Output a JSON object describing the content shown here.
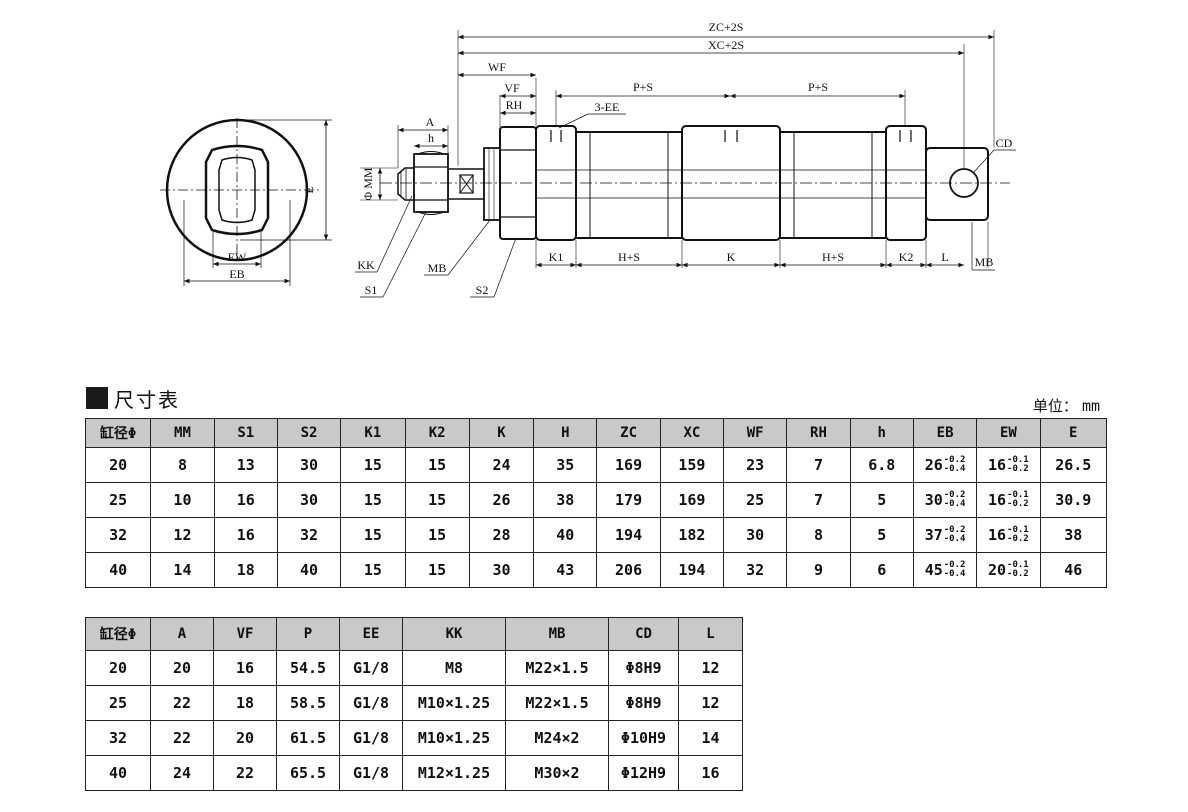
{
  "drawing": {
    "labels": {
      "zc2s": "ZC+2S",
      "xc2s": "XC+2S",
      "wf": "WF",
      "vf": "VF",
      "rh": "RH",
      "ps1": "P+S",
      "ps2": "P+S",
      "ee": "3-EE",
      "a": "A",
      "h": "h",
      "mm": "Φ MM",
      "e": "E",
      "ew": "EW",
      "eb": "EB",
      "kk": "KK",
      "s1": "S1",
      "mb_nut": "MB",
      "s2": "S2",
      "k1": "K1",
      "hs1": "H+S",
      "k": "K",
      "hs2": "H+S",
      "k2": "K2",
      "l": "L",
      "mb": "MB",
      "cd": "CD"
    }
  },
  "section": {
    "icon": "square-block-icon",
    "title": "尺寸表",
    "unit_label": "单位：",
    "unit": "mm"
  },
  "table1": {
    "headers": [
      "缸径Φ",
      "MM",
      "S1",
      "S2",
      "K1",
      "K2",
      "K",
      "H",
      "ZC",
      "XC",
      "WF",
      "RH",
      "h",
      "EB",
      "EW",
      "E"
    ],
    "rows": [
      [
        "20",
        "8",
        "13",
        "30",
        "15",
        "15",
        "24",
        "35",
        "169",
        "159",
        "23",
        "7",
        "6.8",
        {
          "base": "26",
          "upper": "-0.2",
          "lower": "-0.4"
        },
        {
          "base": "16",
          "upper": "-0.1",
          "lower": "-0.2"
        },
        "26.5"
      ],
      [
        "25",
        "10",
        "16",
        "30",
        "15",
        "15",
        "26",
        "38",
        "179",
        "169",
        "25",
        "7",
        "5",
        {
          "base": "30",
          "upper": "-0.2",
          "lower": "-0.4"
        },
        {
          "base": "16",
          "upper": "-0.1",
          "lower": "-0.2"
        },
        "30.9"
      ],
      [
        "32",
        "12",
        "16",
        "32",
        "15",
        "15",
        "28",
        "40",
        "194",
        "182",
        "30",
        "8",
        "5",
        {
          "base": "37",
          "upper": "-0.2",
          "lower": "-0.4"
        },
        {
          "base": "16",
          "upper": "-0.1",
          "lower": "-0.2"
        },
        "38"
      ],
      [
        "40",
        "14",
        "18",
        "40",
        "15",
        "15",
        "30",
        "43",
        "206",
        "194",
        "32",
        "9",
        "6",
        {
          "base": "45",
          "upper": "-0.2",
          "lower": "-0.4"
        },
        {
          "base": "20",
          "upper": "-0.1",
          "lower": "-0.2"
        },
        "46"
      ]
    ]
  },
  "table2": {
    "headers": [
      "缸径Φ",
      "A",
      "VF",
      "P",
      "EE",
      "KK",
      "MB",
      "CD",
      "L"
    ],
    "rows": [
      [
        "20",
        "20",
        "16",
        "54.5",
        "G1/8",
        "M8",
        "M22×1.5",
        "Φ8H9",
        "12"
      ],
      [
        "25",
        "22",
        "18",
        "58.5",
        "G1/8",
        "M10×1.25",
        "M22×1.5",
        "Φ8H9",
        "12"
      ],
      [
        "32",
        "22",
        "20",
        "61.5",
        "G1/8",
        "M10×1.25",
        "M24×2",
        "Φ10H9",
        "14"
      ],
      [
        "40",
        "24",
        "22",
        "65.5",
        "G1/8",
        "M12×1.25",
        "M30×2",
        "Φ12H9",
        "16"
      ]
    ]
  }
}
